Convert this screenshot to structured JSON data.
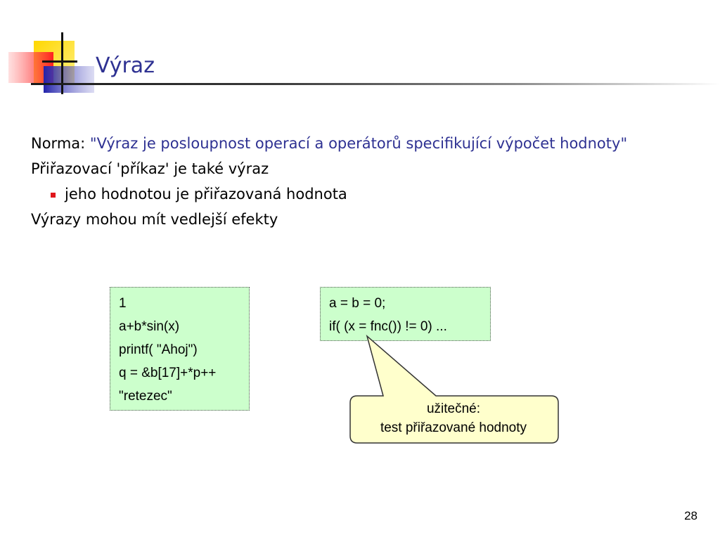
{
  "title": "Výraz",
  "lines": {
    "norma_label": "Norma: ",
    "norma_quote": "\"Výraz je posloupnost operací a operátorů specifikující výpočet hodnoty\"",
    "assign": "Přiřazovací 'příkaz' je také výraz",
    "bullet": "jeho hodnotou je přiřazovaná hodnota",
    "side": "Výrazy mohou mít vedlejší efekty"
  },
  "code_left": [
    "1",
    "a+b*sin(x)",
    "printf( \"Ahoj\")",
    "q = &b[17]+*p++",
    "\"retezec\""
  ],
  "code_right": [
    "a = b = 0;",
    "if( (x = fnc()) != 0) ..."
  ],
  "callout": {
    "line1": "užitečné:",
    "line2": "test přiřazované hodnoty"
  },
  "page_number": "28",
  "colors": {
    "title": "#2e3192",
    "bullet": "#e0161c",
    "code_bg": "#ccffcc",
    "callout_bg": "#ffffcc"
  }
}
